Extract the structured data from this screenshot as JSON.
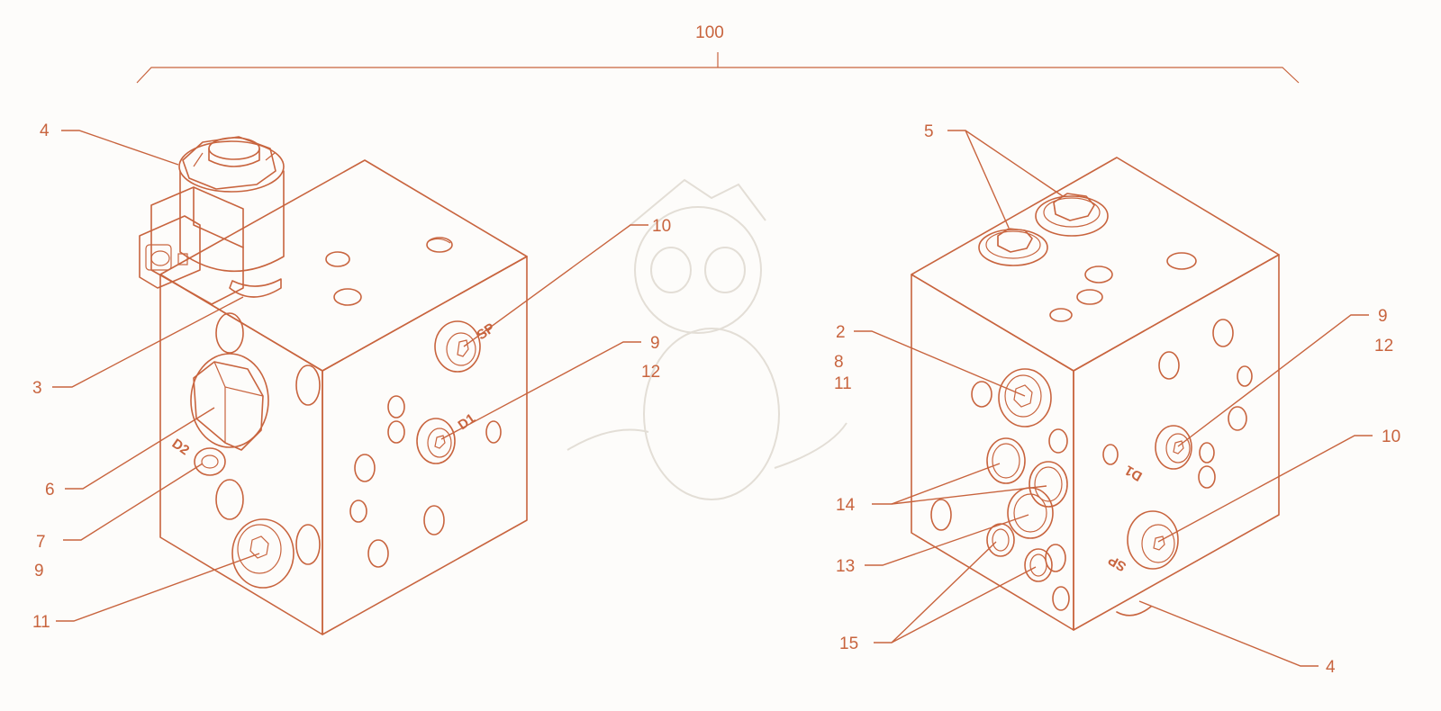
{
  "figure": {
    "reference": "100",
    "left_labels": {
      "l4": "4",
      "l3": "3",
      "l10": "10",
      "l9": "9",
      "l12": "12",
      "l6": "6",
      "l7": "7",
      "l9b": "9",
      "l11": "11"
    },
    "right_labels": {
      "r5": "5",
      "r2": "2",
      "r8": "8",
      "r11": "11",
      "r9": "9",
      "r12": "12",
      "r10": "10",
      "r14": "14",
      "r13": "13",
      "r15": "15",
      "r4": "4"
    },
    "port_markings": {
      "left_sp": "SP",
      "left_d1": "D1",
      "left_d2": "D2",
      "right_d1": "D1",
      "right_sp": "SP"
    }
  },
  "colors": {
    "line": "#c8643e",
    "background": "#fdfcfa",
    "watermark": "#e3ded6"
  }
}
